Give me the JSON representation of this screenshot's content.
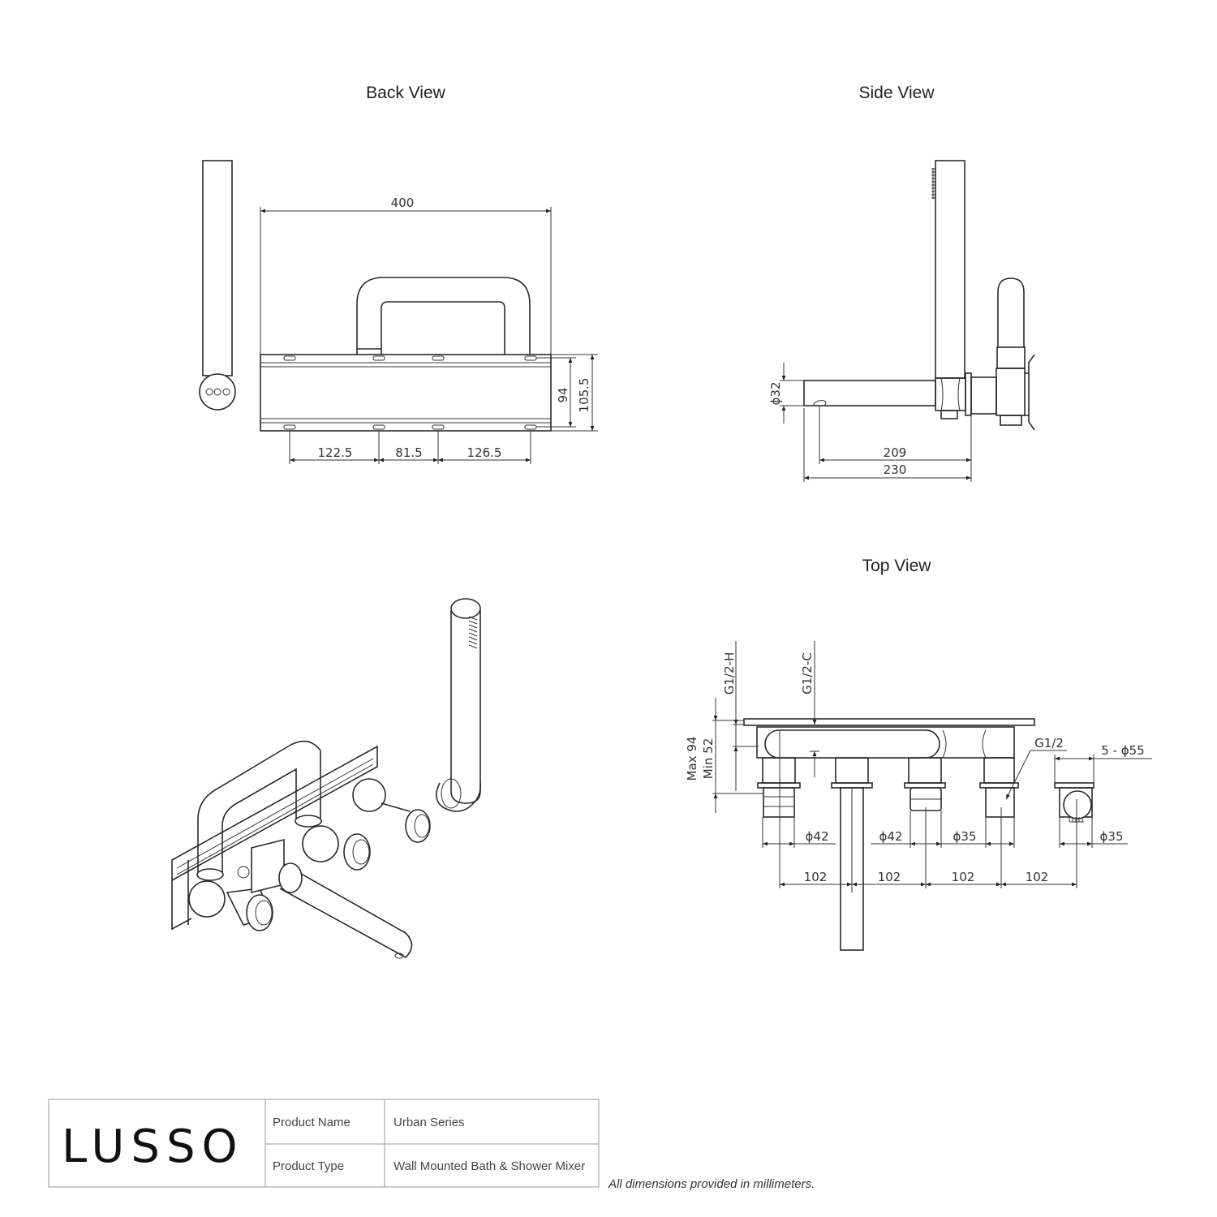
{
  "views": {
    "back": {
      "title": "Back View",
      "dims": {
        "width": "400",
        "inner_height": "94",
        "outer_height": "105.5",
        "spacing_1": "122.5",
        "spacing_2": "81.5",
        "spacing_3": "126.5"
      }
    },
    "side": {
      "title": "Side View",
      "dims": {
        "diameter": "ϕ32",
        "projection_outlet": "209",
        "projection_total": "230"
      }
    },
    "top": {
      "title": "Top View",
      "dims": {
        "hot_inlet": "G1/2-H",
        "cold_inlet": "G1/2-C",
        "max": "Max 94",
        "min": "Min 52",
        "outlet": "G1/2",
        "plate": "5 - ϕ55",
        "d1": "ϕ42",
        "d2": "ϕ42",
        "d3": "ϕ35",
        "d4": "ϕ35",
        "c1": "102",
        "c2": "102",
        "c3": "102",
        "c4": "102"
      }
    }
  },
  "title_block": {
    "logo": "LUSSO",
    "product_name_label": "Product Name",
    "product_name_value": "Urban Series",
    "product_type_label": "Product Type",
    "product_type_value": "Wall Mounted Bath & Shower Mixer"
  },
  "footer_note": "All dimensions provided in millimeters."
}
